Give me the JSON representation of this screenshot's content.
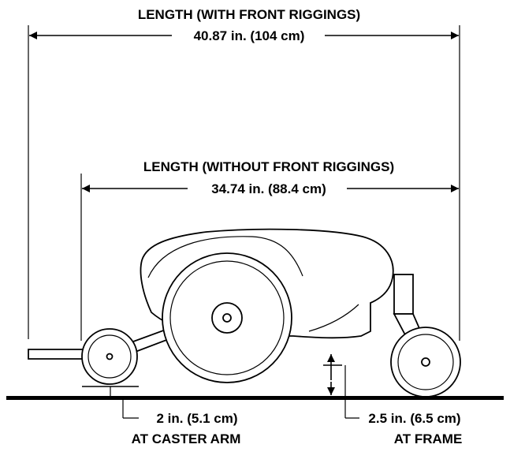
{
  "dimensions": {
    "length_with_riggings": {
      "title": "LENGTH (WITH FRONT RIGGINGS)",
      "value": "40.87 in. (104 cm)"
    },
    "length_without_riggings": {
      "title": "LENGTH (WITHOUT FRONT RIGGINGS)",
      "value": "34.74 in. (88.4 cm)"
    },
    "caster_arm_clearance": {
      "value": "2 in. (5.1 cm)",
      "location": "AT CASTER ARM"
    },
    "frame_clearance": {
      "value": "2.5 in. (6.5 cm)",
      "location": "AT FRAME"
    }
  }
}
